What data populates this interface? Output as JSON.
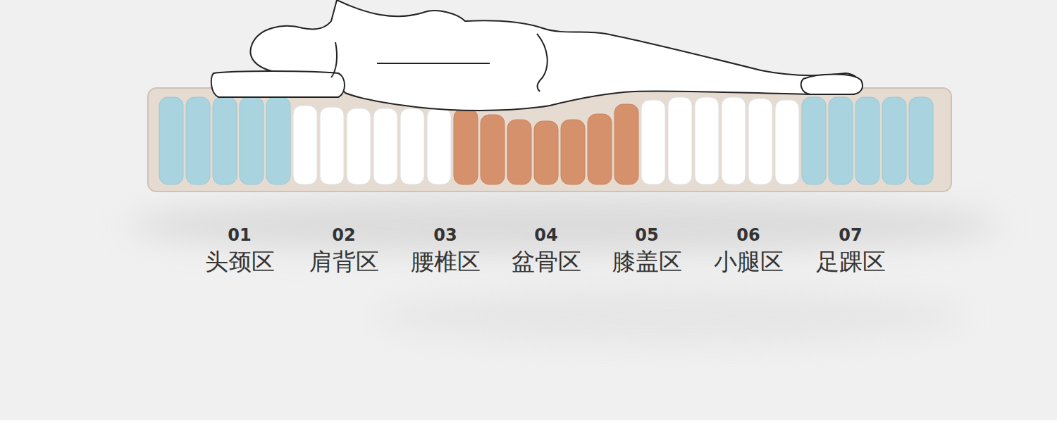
{
  "diagram": {
    "labels": [
      "01",
      "头颈区",
      "02",
      "肩背区",
      "03",
      "腰椎区",
      "04",
      "盆骨区",
      "05",
      "膝盖区",
      "06",
      "小腿区",
      "07",
      "足踝区"
    ]
  }
}
